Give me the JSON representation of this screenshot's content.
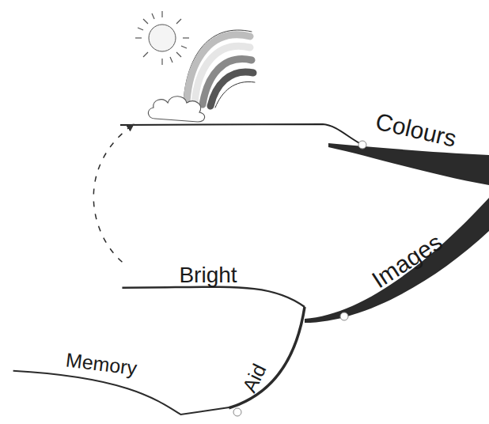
{
  "diagram": {
    "nodes": [
      {
        "text": [
          "Colours"
        ]
      },
      {
        "text": [
          "Images"
        ]
      },
      {
        "text": [
          "Bright"
        ]
      },
      {
        "text": [
          "Aid"
        ]
      },
      {
        "text": [
          "Memory"
        ]
      }
    ],
    "edges": [
      {
        "from": 1,
        "to": 2,
        "arrow": "none"
      },
      {
        "from": 1,
        "to": 3,
        "arrow": "none"
      },
      {
        "from": 3,
        "to": 4,
        "arrow": "none"
      },
      {
        "from": 2,
        "to": 0,
        "arrow": "to"
      }
    ]
  }
}
